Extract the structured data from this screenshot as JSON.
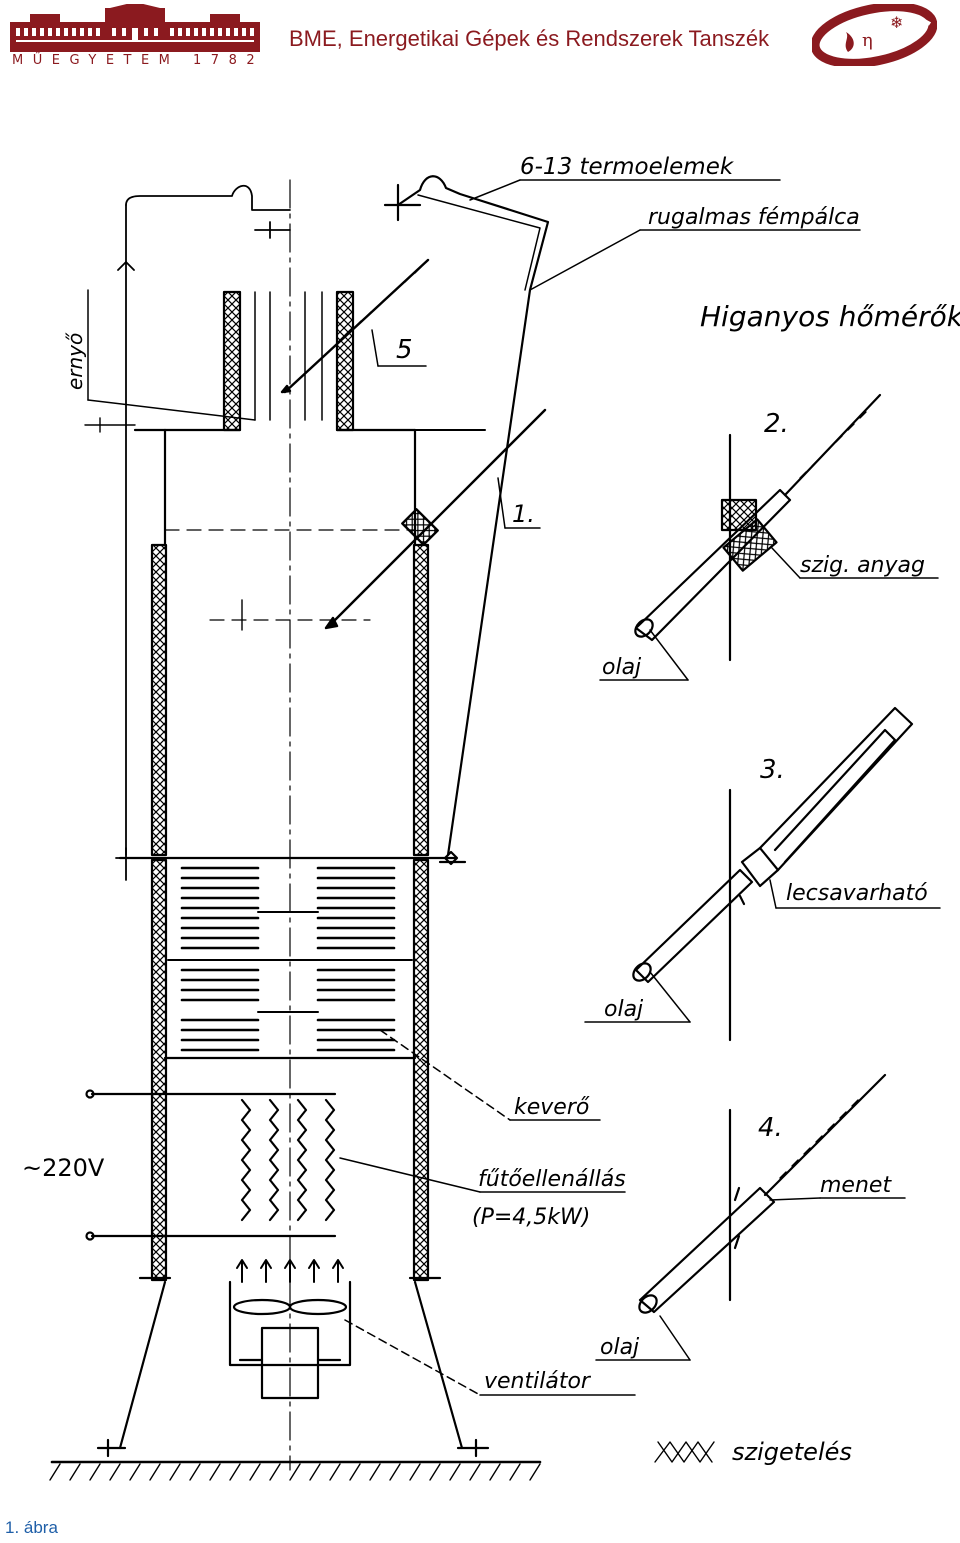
{
  "header": {
    "logo_caption": "MŰEGYETEM 1782",
    "title": "BME, Energetikai Gépek és Rendszerek Tanszék",
    "logo_symbols": [
      "η",
      "❄"
    ],
    "brand_color": "#8b1a1f"
  },
  "diagram": {
    "labels": {
      "thermocouples": "6-13 termoelemek",
      "spring": "rugalmas fémpálca",
      "screen": "ernyő",
      "mercury_title": "Higanyos hőmérők:",
      "num_5": "5",
      "num_1": "1.",
      "num_2": "2.",
      "num_3": "3.",
      "num_4": "4.",
      "insulating_material": "szig. anyag",
      "oil_1": "olaj",
      "oil_2": "olaj",
      "oil_3": "olaj",
      "unscrewable": "lecsavarható",
      "thread": "menet",
      "mixer": "keverő",
      "heater": "fűtőellenállás",
      "power": "(P=4,5kW)",
      "voltage": "~220V",
      "fan": "ventilátor",
      "insulation": "szigetelés"
    }
  },
  "caption": "1. ábra"
}
